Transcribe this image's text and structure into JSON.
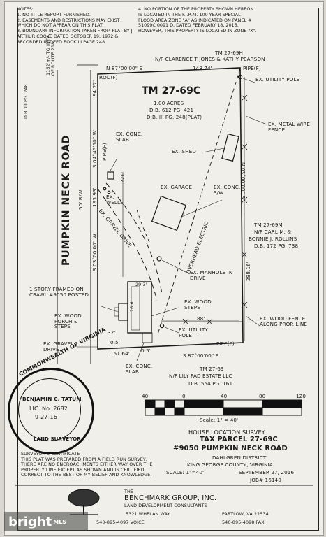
{
  "notes": {
    "heading": "NOTES:",
    "items": [
      "1. NO TITLE REPORT FURNISHED.",
      "2. EASEMENTS AND RESTRICTIONS MAY EXIST WHICH DO NOT APPEAR ON THIS PLAT.",
      "3. BOUNDARY INFORMATION TAKEN FROM PLAT BY J. ARTHUR COOKE DATED OCTOBER 19, 1972 & RECORDED IN DEED BOOK III PAGE 248."
    ],
    "flood_note": "4. NO PORTION OF THE PROPERTY SHOWN HEREON IS LOCATED IN THE F.I.R.M. 100 YEAR SPECIAL FLOOD AREA ZONE \"A\" AS INDICATED ON PANEL # 51099C 0091 D, DATED FEBRUARY 18, 2015. HOWEVER, THIS PROPERTY IS LOCATED IN ZONE \"X\"."
  },
  "road": {
    "name": "PUMPKIN NECK ROAD",
    "row": "50' R/W",
    "db_ref": "D.B. III PG. 248",
    "to_route": "1162'+/- TO INTX. OF ROUTE 218"
  },
  "parcel": {
    "tm": "TM 27-69C",
    "acres": "1.00 ACRES",
    "db": "D.B. 612 PG. 421",
    "plat": "D.B. III PG. 248(PLAT)"
  },
  "neighbors": {
    "north_tm": "TM 27-69H",
    "north_owner": "N/F CLARENCE T JONES & KATHY PEARSON",
    "east_tm": "TM 27-69M",
    "east_owner_1": "N/F CARL M. &",
    "east_owner_2": "BONNIE J. ROLLINS",
    "east_db": "D.B. 172 PG. 738",
    "south_tm": "TM 27-69",
    "south_owner": "N/F LILY PAD ESTATE LLC",
    "south_db": "D.B. 554 PG. 161"
  },
  "bearings": {
    "north": "N 87°00'00\" E",
    "north_dist": "148.74'",
    "west": "S 04°45'50\" W",
    "west_1": "94.27'",
    "west_2": "193.93'",
    "west_3": "S 03°00'00\" W",
    "east": "N 03°00'00\" E",
    "east_dist": "288.16'",
    "south": "S 87°00'00\" E",
    "south_dist": "151.64'",
    "dim_221": "221'",
    "dim_88": "88'",
    "dim_32": "32'",
    "dim_05a": "0.5'",
    "dim_05b": "0.5'"
  },
  "labels": {
    "rod": "ROD(F)",
    "pipe_ne": "PIPE(F)",
    "pipe_w": "PIPE(F)",
    "pipe_se": "PIPE(F)",
    "utility_pole_n": "EX. UTILITY POLE",
    "metal_fence": "EX. METAL WIRE FENCE",
    "shed": "EX. SHED",
    "conc_slab_n": "EX. CONC. SLAB",
    "wells": "EX. WELLS",
    "garage": "EX. GARAGE",
    "conc_sw": "EX. CONC. S/W",
    "gravel_drive": "EX. GRAVEL DRIVE",
    "overhead_electric": "OVERHEAD ELECTRIC",
    "manhole": "EX. MANHOLE IN DRIVE",
    "house": "1 STORY FRAMED ON CRAWL #9050 POSTED",
    "wood_steps": "EX. WOOD STEPS",
    "porch": "EX. WOOD PORCH & STEPS",
    "utility_pole_s": "EX. UTILITY POLE",
    "wood_fence": "EX. WOOD FENCE ALONG PROP. LINE",
    "gravel_drive_s": "EX. GRAVEL DRIVE",
    "conc_slab_s": "EX. CONC. SLAB",
    "dim_26": "26.6'",
    "dim_29": "29.3'"
  },
  "seal": {
    "top": "COMMONWEALTH OF VIRGINIA",
    "name": "BENJAMIN C. TATUM",
    "lic": "LIC. No. 2682",
    "date": "9-27-16",
    "bottom": "LAND SURVEYOR"
  },
  "scale_bar": {
    "ticks": [
      "40",
      "0",
      "40",
      "80",
      "120"
    ],
    "label": "Scale: 1\" = 40'"
  },
  "title_block": {
    "line1": "HOUSE LOCATION SURVEY",
    "line2": "TAX PARCEL 27-69C",
    "line3": "#9050 PUMPKIN NECK ROAD",
    "line4": "DAHLGREN DISTRICT",
    "line5": "KING GEORGE COUNTY, VIRGINIA",
    "scale": "SCALE: 1\"=40'",
    "date": "SEPTEMBER 27, 2016",
    "job": "JOB# 16140"
  },
  "certificate": {
    "heading": "SURVEYOR'S CERTIFICATE",
    "body": "THIS PLAT WAS PREPARED FROM A FIELD RUN SURVEY, THERE ARE NO ENCROACHMENTS EITHER WAY OVER THE PROPERTY LINE EXCEPT AS SHOWN AND IS CERTIFIED CORRECT TO THE BEST OF MY BELIEF AND KNOWLEDGE."
  },
  "company": {
    "the": "THE",
    "name": "BENCHMARK GROUP, INC.",
    "subtitle": "LAND DEVELOPMENT CONSULTANTS",
    "address": "5321 WHELAN WAY",
    "city": "PARTLOW, VA 22534",
    "voice": "540-895-4097 VOICE",
    "fax": "540-895-4098 FAX"
  },
  "watermark": {
    "text": "bright",
    "mark": "MLS"
  }
}
